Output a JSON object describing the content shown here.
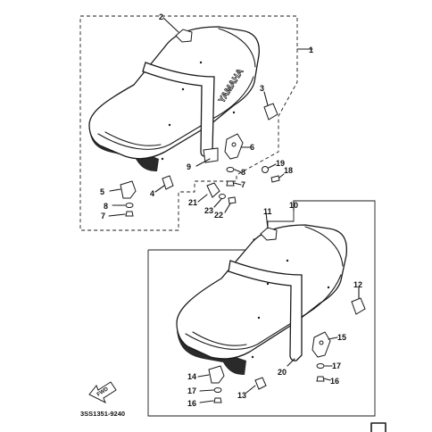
{
  "diagram": {
    "brand_on_seat": "YAMAHA",
    "callouts_upper": [
      "1",
      "2",
      "3",
      "4",
      "5",
      "6",
      "7",
      "7",
      "8",
      "8",
      "9",
      "18",
      "19",
      "21",
      "22",
      "23"
    ],
    "callouts_lower": [
      "10",
      "11",
      "12",
      "13",
      "14",
      "15",
      "16",
      "16",
      "17",
      "17",
      "20"
    ],
    "fwd_label": "FWD",
    "drawing_code": "3SS1351-9240"
  }
}
